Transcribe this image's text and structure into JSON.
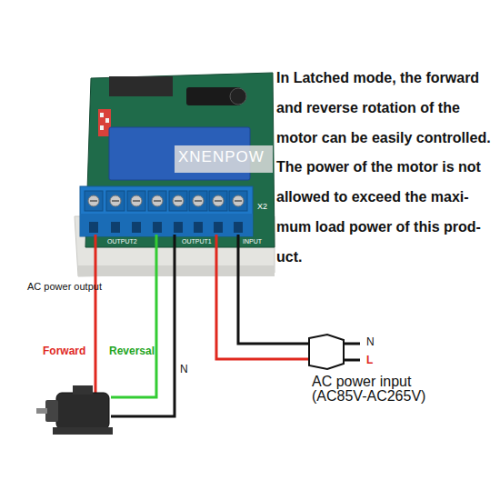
{
  "diagram": {
    "labels": [
      "In Latched mode, the forward and reverse rotation of the motor can be easily controlled. The power of the motor is not allowed to exceed the maxi-mum load power of this prod-uct.",
      "XNENPOW",
      "AC power output",
      "Forward",
      "Reversal",
      "N",
      "N",
      "L",
      "AC power input (AC85V-AC265V)",
      "OUTPUT2",
      "OUTPUT1",
      "INPUT",
      "X2"
    ]
  }
}
